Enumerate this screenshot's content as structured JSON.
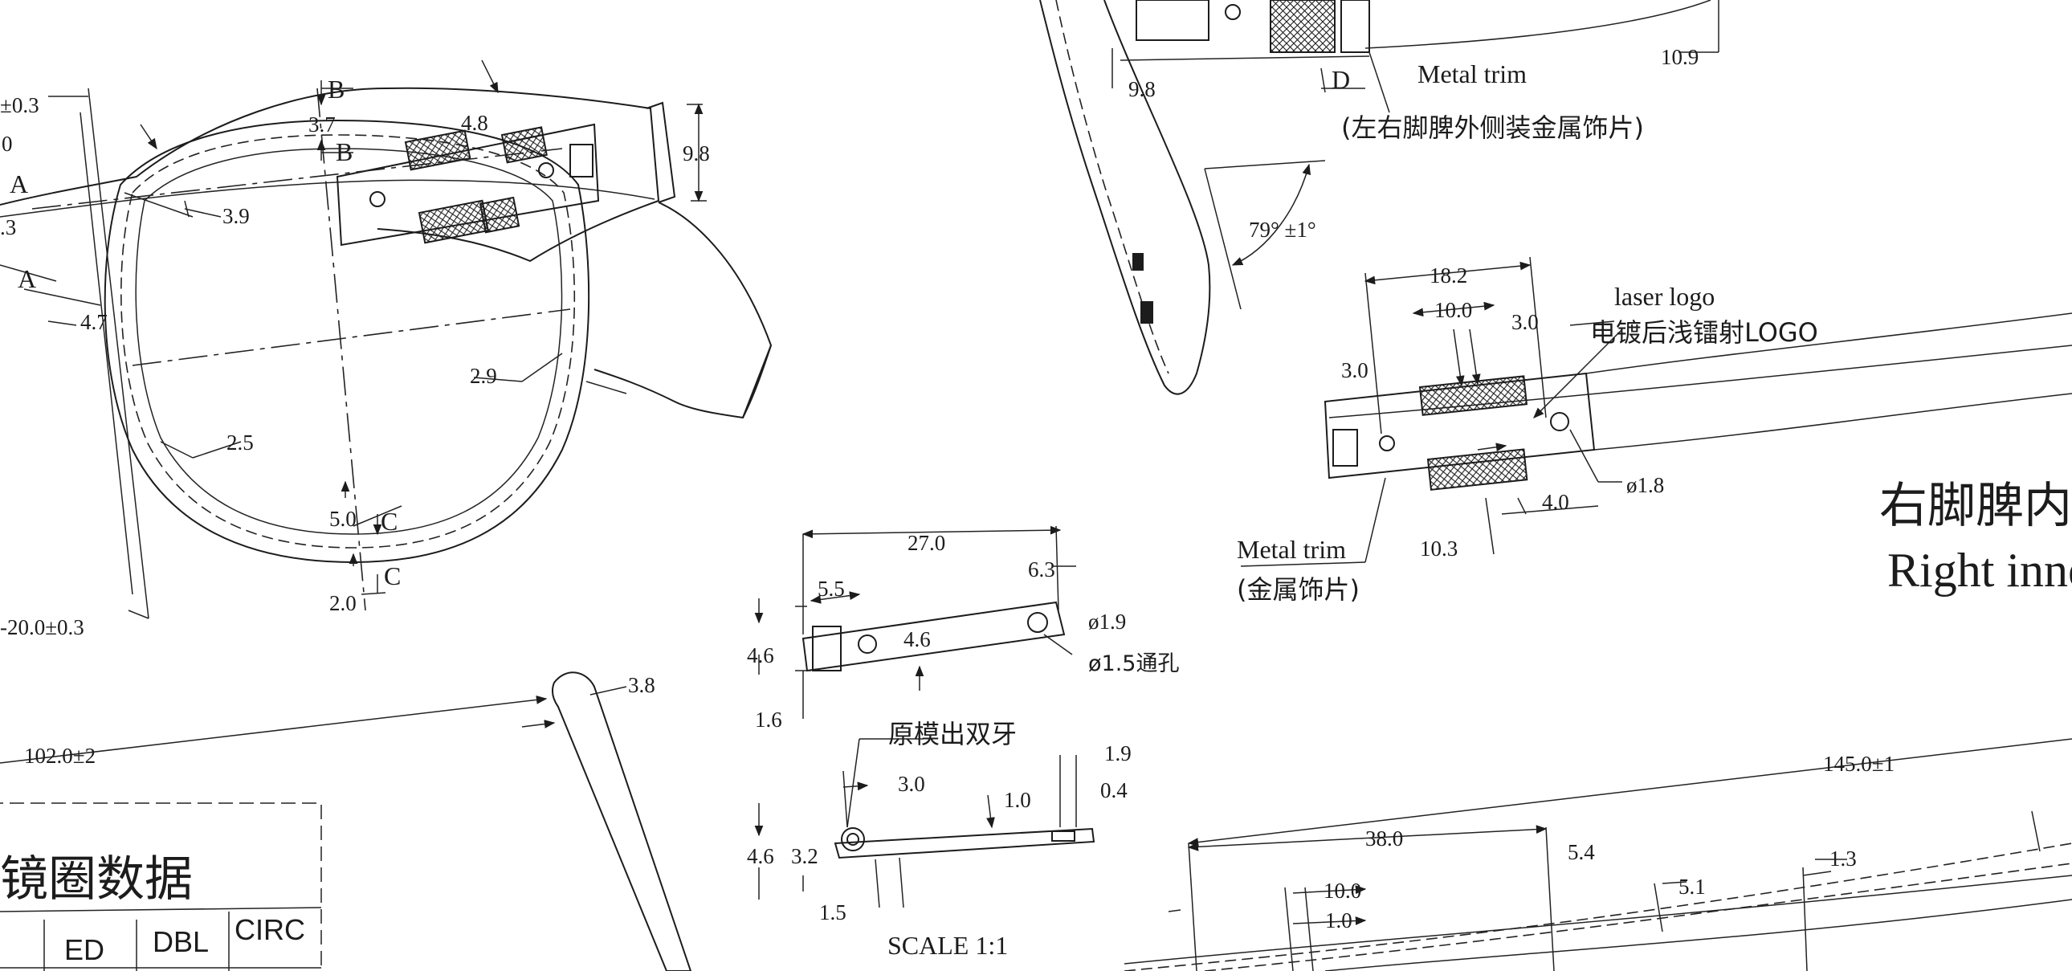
{
  "front_view": {
    "dims": {
      "top_left_tol": "±0.3",
      "left_0": "0",
      "left_3": ".3",
      "w_4_8": "4.8",
      "w_3_7": "3.7",
      "w_3_9": "3.9",
      "h_9_8": "9.8",
      "w_4_7": "4.7",
      "w_2_9": "2.9",
      "w_2_5": "2.5",
      "w_5_0": "5.0",
      "w_2_0": "2.0",
      "bottom_tol": "-20.0±0.3"
    },
    "section_marks": {
      "a1": "A",
      "a2": "A",
      "b1": "B",
      "b2": "B",
      "c1": "C",
      "c2": "C"
    }
  },
  "temple_side_top": {
    "dims": {
      "d_9_8": "9.8",
      "d_10_9": "10.9",
      "angle": "79°  ±1°"
    },
    "section_mark": "D",
    "metal_trim_en": "Metal trim",
    "metal_trim_cn": "(左右脚脾外侧装金属饰片)"
  },
  "temple_inner": {
    "dims": {
      "d_18_2": "18.2",
      "d_10_0": "10.0",
      "d_3_0_right": "3.0",
      "d_3_0_left": "3.0",
      "d_4_0": "4.0",
      "d_10_3": "10.3",
      "d_dia_1_8": "ø1.8"
    },
    "laser_en": "laser logo",
    "laser_cn": "电镀后浅镭射LOGO",
    "metal_trim_en": "Metal trim",
    "metal_trim_cn": "(金属饰片)",
    "title_cn": "右脚脾内侧",
    "title_en": "Right inner"
  },
  "hinge_detail": {
    "dims": {
      "d_27_0": "27.0",
      "d_5_5": "5.5",
      "d_6_3": "6.3",
      "d_dia_1_9": "ø1.9",
      "d_4_6_mid": "4.6",
      "d_4_6_left": "4.6",
      "d_1_6": "1.6",
      "d_dia_1_5": "ø1.5通孔"
    },
    "note_cn": "原模出双牙",
    "side_dims": {
      "d_3_0": "3.0",
      "d_1_0": "1.0",
      "d_1_9": "1.9",
      "d_0_4": "0.4",
      "d_4_6": "4.6",
      "d_3_2": "3.2",
      "d_1_5": "1.5"
    },
    "scale": "SCALE 1:1"
  },
  "temple_length": {
    "total": "102.0±2",
    "tip": "3.8"
  },
  "temple_profile": {
    "total": "145.0±1",
    "dims": {
      "d_38_0": "38.0",
      "d_5_4": "5.4",
      "d_10_0": "10.0",
      "d_1_0": "1.0",
      "d_5_1": "5.1",
      "d_1_3": "1.3"
    }
  },
  "data_table": {
    "title": "镜圈数据",
    "headers": [
      "ED",
      "DBL",
      "CIRC"
    ]
  }
}
